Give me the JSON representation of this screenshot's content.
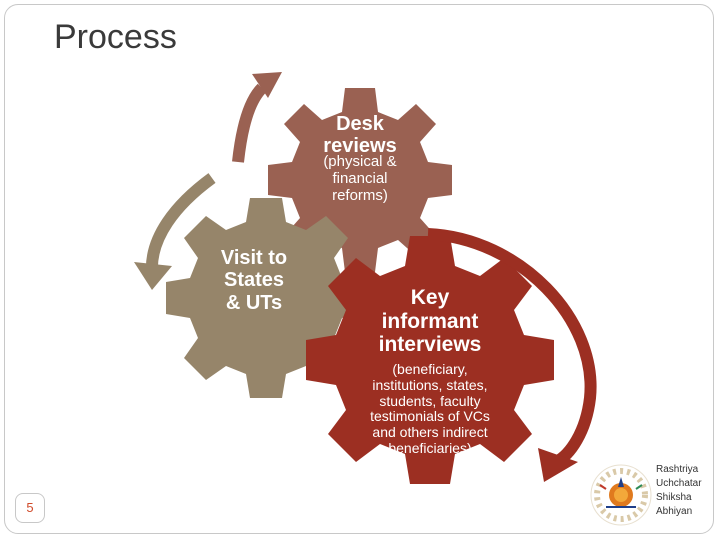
{
  "slide": {
    "title": "Process",
    "page_number": "5"
  },
  "gears": {
    "desk": {
      "title_line1": "Desk",
      "title_line2": "reviews",
      "sub_line1": "(physical &",
      "sub_line2": "financial",
      "sub_line3": "reforms)"
    },
    "visit": {
      "line1": "Visit to",
      "line2": "States",
      "line3": "& UTs"
    },
    "key": {
      "title_line1": "Key",
      "title_line2": "informant",
      "title_line3": "interviews",
      "sub_line1": "(beneficiary,",
      "sub_line2": "institutions, states,",
      "sub_line3": "students, faculty",
      "sub_line4": "testimonials of VCs",
      "sub_line5": "and others indirect",
      "sub_line6": "beneficiaries)"
    }
  },
  "colors": {
    "desk_gear": "#9a6152",
    "visit_gear": "#96856a",
    "key_gear": "#9c2f22",
    "frame": "#c8c8c8",
    "page_number": "#d04a2a"
  },
  "logo": {
    "line1": "Rashtriya",
    "line2": "Uchchatar",
    "line3": "Shiksha",
    "line4": "Abhiyan"
  }
}
